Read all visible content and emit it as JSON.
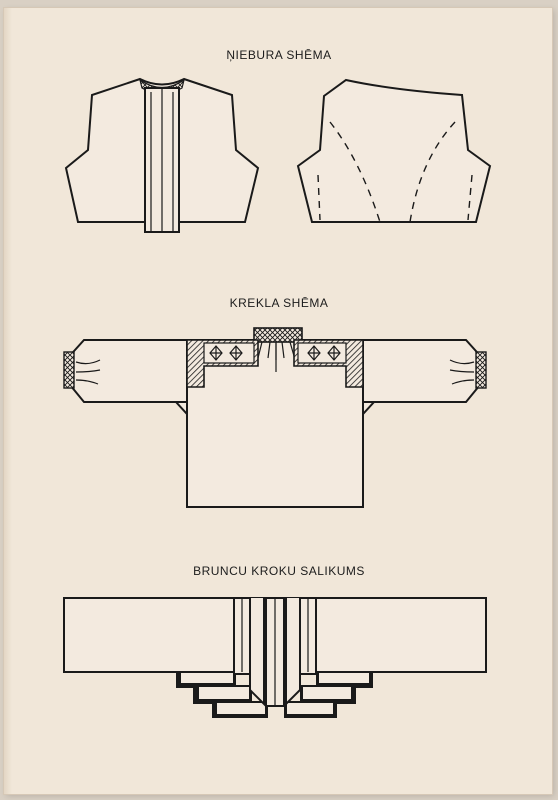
{
  "sections": {
    "vest": {
      "caption": "ŅIEBURA SHĒMA"
    },
    "shirt": {
      "caption": "KREKLA SHĒMA"
    },
    "skirt": {
      "caption": "BRUNCU KROKU SALIKUMS"
    }
  },
  "colors": {
    "paper": "#f1e7d9",
    "ink": "#1a1a1a"
  }
}
